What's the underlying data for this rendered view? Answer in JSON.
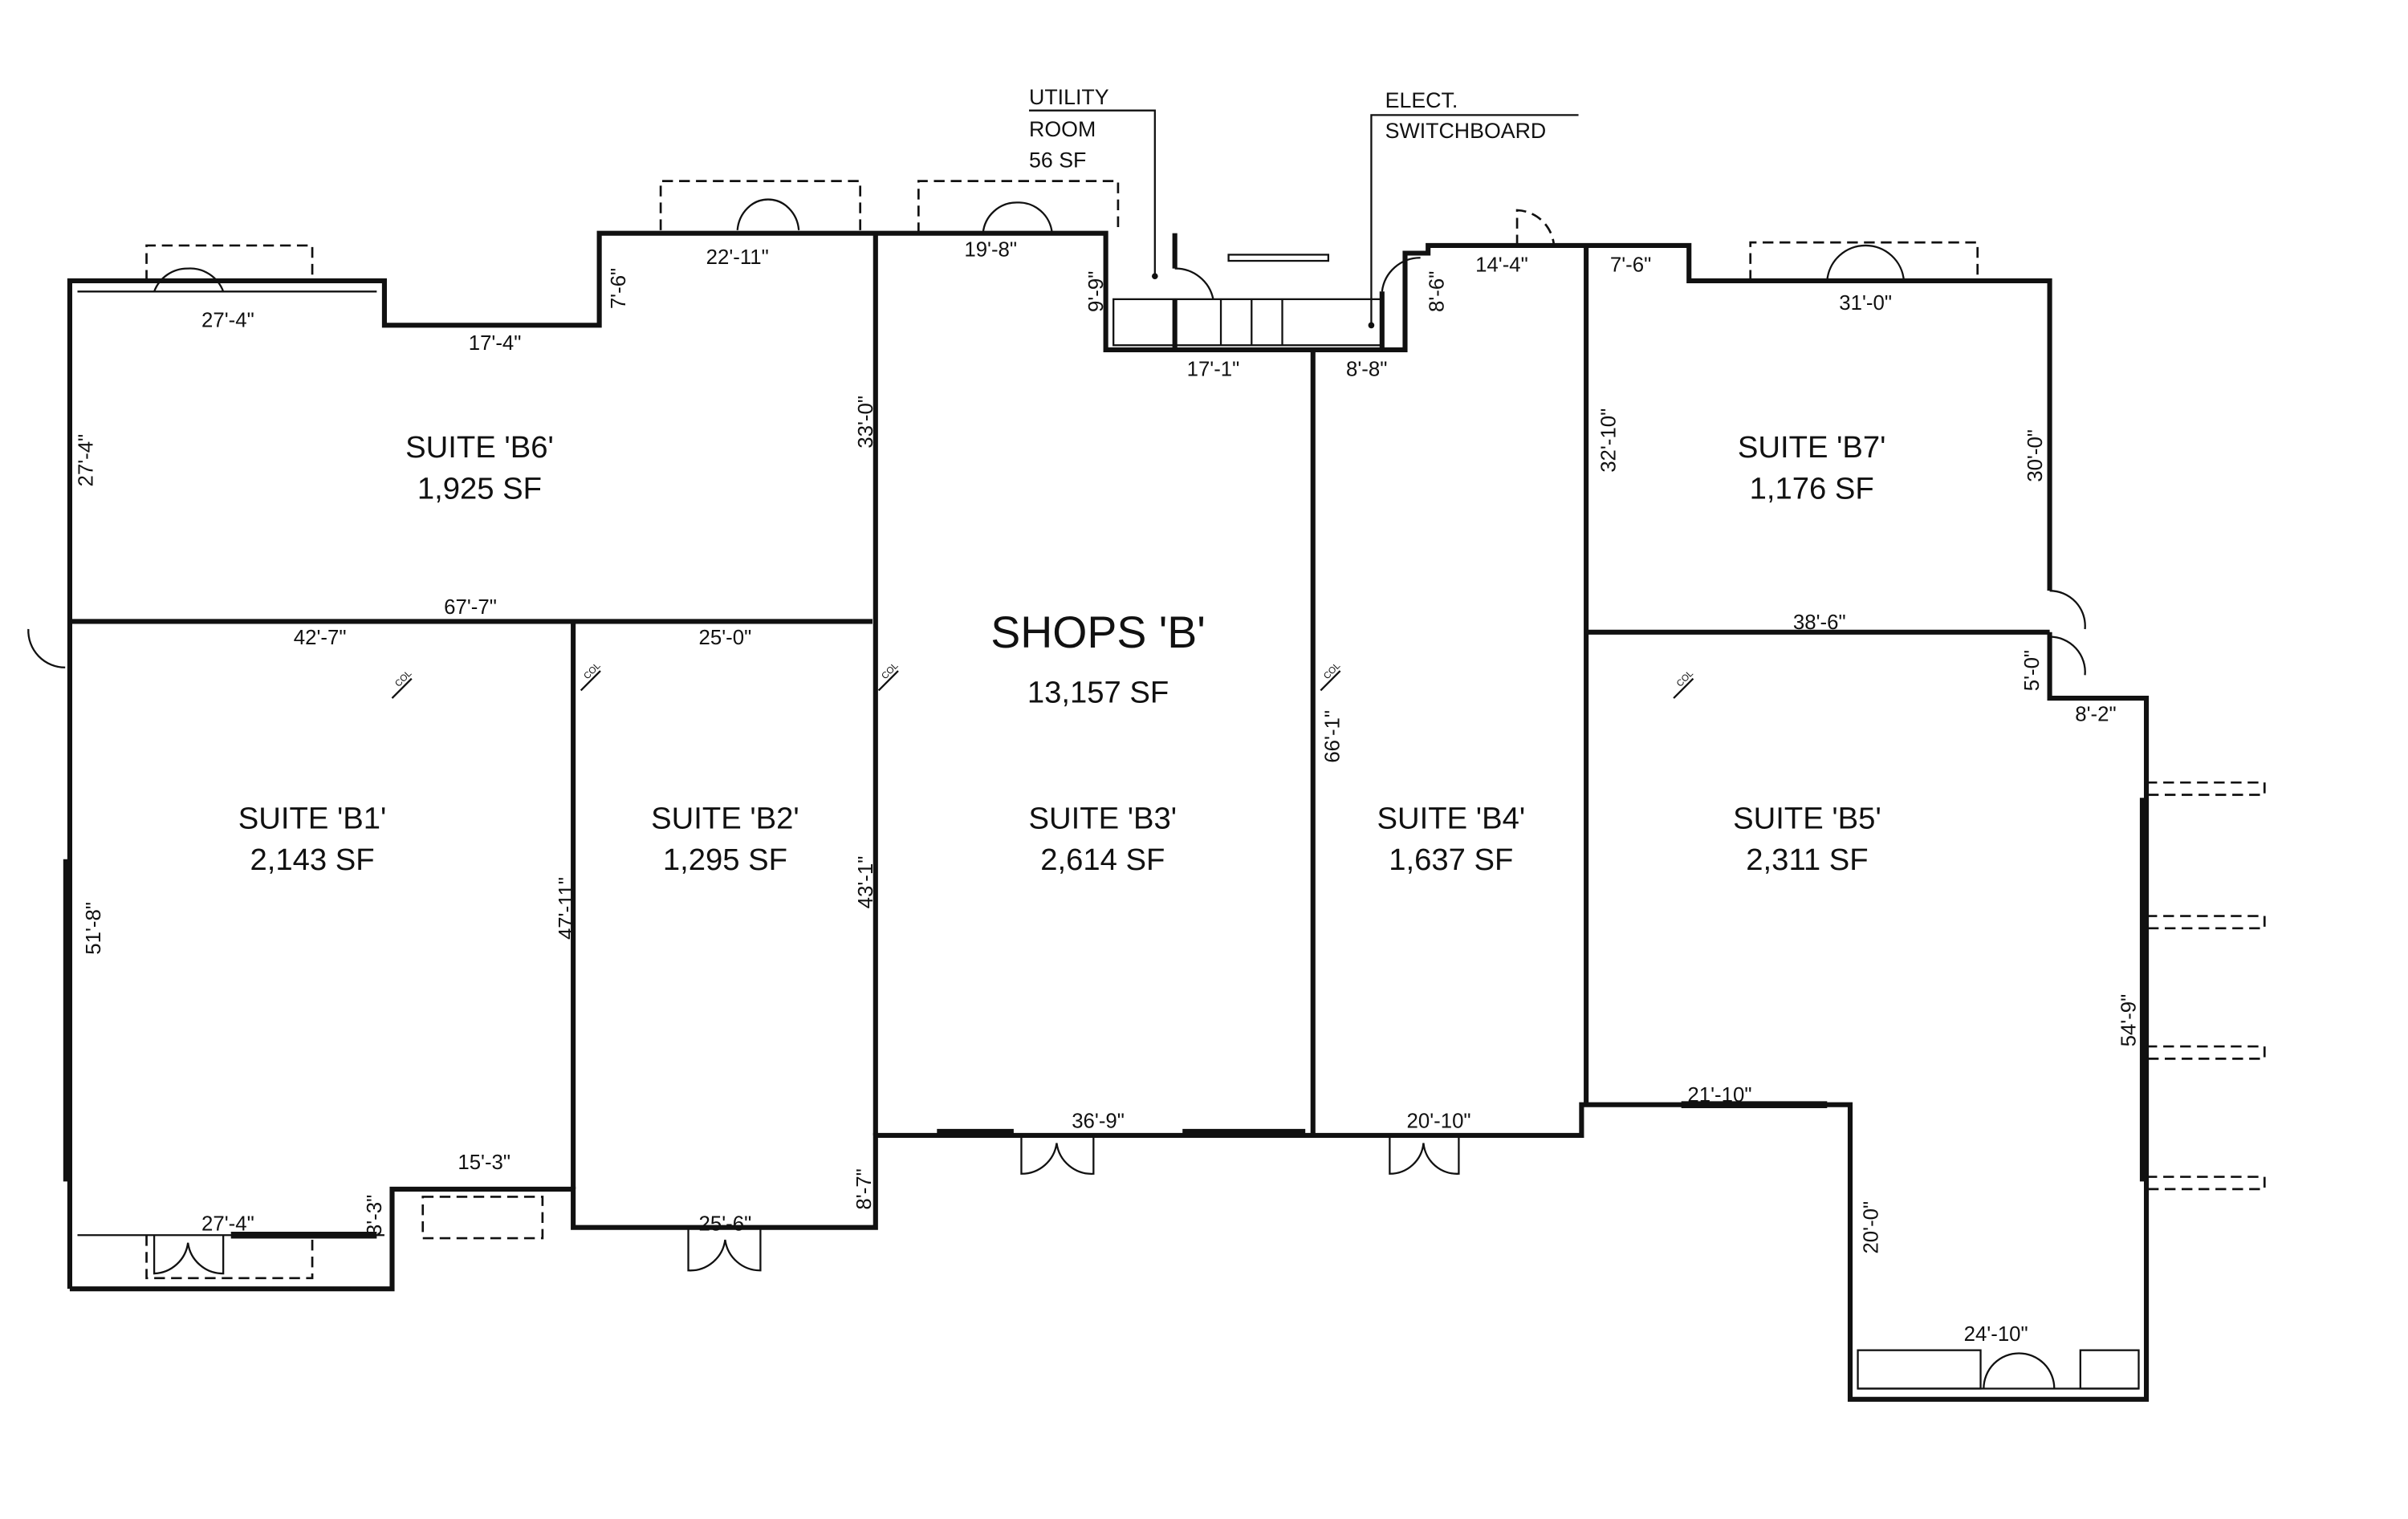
{
  "building": {
    "title": "SHOPS 'B'",
    "area": "13,157 SF"
  },
  "suites": [
    {
      "name": "SUITE 'B6'",
      "area": "1,925 SF"
    },
    {
      "name": "SUITE 'B7'",
      "area": "1,176 SF"
    },
    {
      "name": "SUITE 'B1'",
      "area": "2,143 SF"
    },
    {
      "name": "SUITE 'B2'",
      "area": "1,295 SF"
    },
    {
      "name": "SUITE 'B3'",
      "area": "2,614 SF"
    },
    {
      "name": "SUITE 'B4'",
      "area": "1,637 SF"
    },
    {
      "name": "SUITE 'B5'",
      "area": "2,311 SF"
    }
  ],
  "callouts": {
    "utility": [
      "UTILITY",
      "ROOM",
      "56 SF"
    ],
    "electrical": [
      "ELECT.",
      "SWITCHBOARD"
    ]
  },
  "dimensions": {
    "horizontal": [
      "27'-4\"",
      "17'-4\"",
      "22'-11\"",
      "19'-8\"",
      "17'-1\"",
      "8'-8\"",
      "14'-4\"",
      "7'-6\"",
      "31'-0\"",
      "67'-7\"",
      "42'-7\"",
      "25'-0\"",
      "38'-6\"",
      "8'-2\"",
      "36'-9\"",
      "20'-10\"",
      "21'-10\"",
      "24'-10\"",
      "15'-3\"",
      "27'-4\"",
      "25'-6\""
    ],
    "vertical": [
      "27'-4\"",
      "7'-6\"",
      "33'-0\"",
      "9'-9\"",
      "8'-6\"",
      "32'-10\"",
      "30'-0\"",
      "5'-0\"",
      "43'-1\"",
      "47'-11\"",
      "51'-8\"",
      "66'-1\"",
      "54'-9\"",
      "20'-0\"",
      "8'-7\"",
      "3'-3\""
    ]
  },
  "column_marker": "COL"
}
